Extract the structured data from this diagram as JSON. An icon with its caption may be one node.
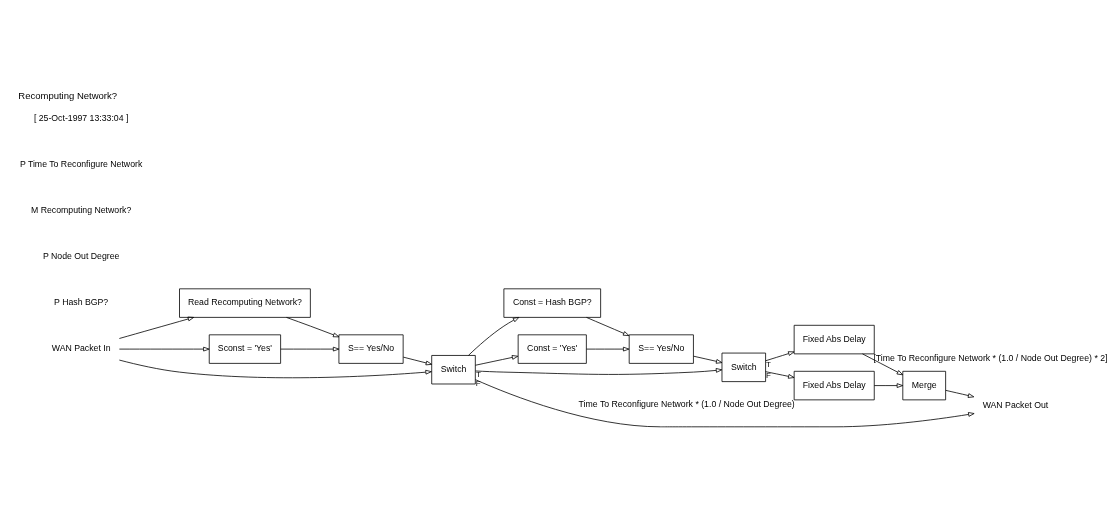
{
  "diagram": {
    "title": "Recomputing Network?",
    "nodes": [
      {
        "text": [
          "WAN Packet In"
        ]
      },
      {
        "text": [
          "Read Recomputing Network?"
        ]
      },
      {
        "text": [
          "Sconst = 'Yes'"
        ]
      },
      {
        "text": [
          "S== Yes/No"
        ]
      },
      {
        "text": [
          "Switch"
        ]
      },
      {
        "text": [
          "Const = Hash BGP?"
        ]
      },
      {
        "text": [
          "Const = 'Yes'"
        ]
      },
      {
        "text": [
          "S== Yes/No"
        ]
      },
      {
        "text": [
          "Switch"
        ]
      },
      {
        "text": [
          "Fixed Abs Delay"
        ],
        "beside": [
          "[Time To Reconfigure Network * (1.0 / Node Out Degree) * 2]"
        ]
      },
      {
        "text": [
          "Fixed Abs Delay"
        ],
        "beside": [
          "Time To Reconfigure Network * (1.0 / Node Out Degree)"
        ]
      },
      {
        "text": [
          "Merge"
        ]
      },
      {
        "text": [
          "WAN Packet Out"
        ]
      }
    ],
    "edges": [
      {
        "from": 0,
        "to": 4,
        "arrow": "to"
      },
      {
        "from": 0,
        "to": 1,
        "arrow": "to"
      },
      {
        "from": 0,
        "to": 2,
        "arrow": "to"
      },
      {
        "from": 1,
        "to": 3,
        "arrow": "to"
      },
      {
        "from": 2,
        "to": 3,
        "arrow": "to"
      },
      {
        "from": 3,
        "to": 4,
        "arrow": "to"
      },
      {
        "from": 4,
        "to": 8,
        "arrow": "to",
        "label": "T"
      },
      {
        "from": 4,
        "to": 5,
        "arrow": "to"
      },
      {
        "from": 4,
        "to": 6,
        "arrow": "to"
      },
      {
        "from": 4,
        "to": 12,
        "arrow": "to",
        "label": "F"
      },
      {
        "from": 5,
        "to": 7,
        "arrow": "to"
      },
      {
        "from": 6,
        "to": 7,
        "arrow": "to"
      },
      {
        "from": 7,
        "to": 8,
        "arrow": "to"
      },
      {
        "from": 8,
        "to": 9,
        "arrow": "to",
        "label": "T"
      },
      {
        "from": 8,
        "to": 10,
        "arrow": "to",
        "label": "F"
      },
      {
        "from": 9,
        "to": 11,
        "arrow": "to"
      },
      {
        "from": 10,
        "to": 11,
        "arrow": "to"
      },
      {
        "from": 11,
        "to": 12,
        "arrow": "to"
      }
    ],
    "labels": [
      "[ 25-Oct-1997 13:33:04 ]",
      "P Time To Reconfigure Network",
      "M Recomputing Network?",
      "P Node Out Degree",
      "P Hash BGP?"
    ]
  }
}
